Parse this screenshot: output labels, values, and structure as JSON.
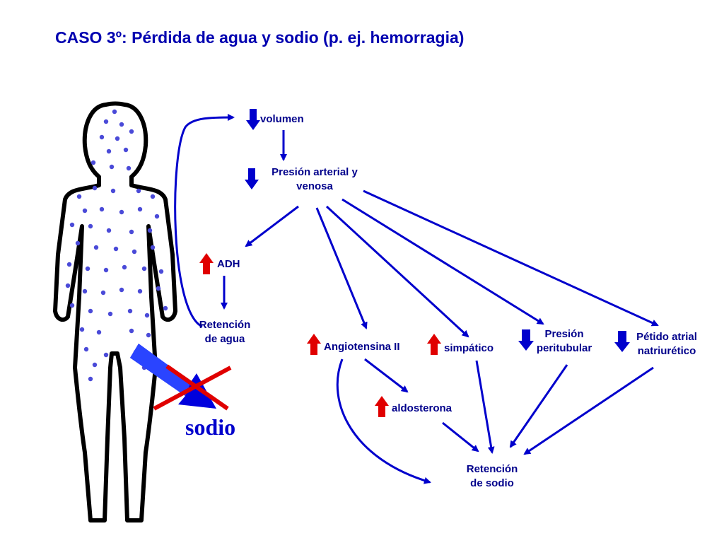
{
  "title": "CASO 3º: Pérdida de agua y sodio (p. ej. hemorragia)",
  "colors": {
    "flow": "#0000cc",
    "increase": "#e00000",
    "decrease": "#0000cc",
    "text": "#00008b",
    "cross": "#e00000"
  },
  "labels": {
    "volumen": "volumen",
    "presion_1": "Presión arterial y",
    "presion_2": "venosa",
    "adh": "ADH",
    "retencion_agua_1": "Retención",
    "retencion_agua_2": "de agua",
    "angiotensina": "Angiotensina II",
    "simpatico": "simpático",
    "presion_peri_1": "Presión",
    "presion_peri_2": "peritubular",
    "peptido_1": "Pétido atrial",
    "peptido_2": "natriurético",
    "aldosterona": "aldosterona",
    "retencion_sodio_1": "Retención",
    "retencion_sodio_2": "de sodio",
    "sodio": "sodio"
  },
  "indicators": {
    "volumen": "decrease",
    "presion": "decrease",
    "adh": "increase",
    "angiotensina": "increase",
    "simpatico": "increase",
    "presion_peri": "decrease",
    "peptido": "decrease",
    "aldosterona": "increase"
  },
  "icons": {
    "body": "human-silhouette-icon",
    "blocked_loss": "crossed-out-arrow-icon"
  }
}
